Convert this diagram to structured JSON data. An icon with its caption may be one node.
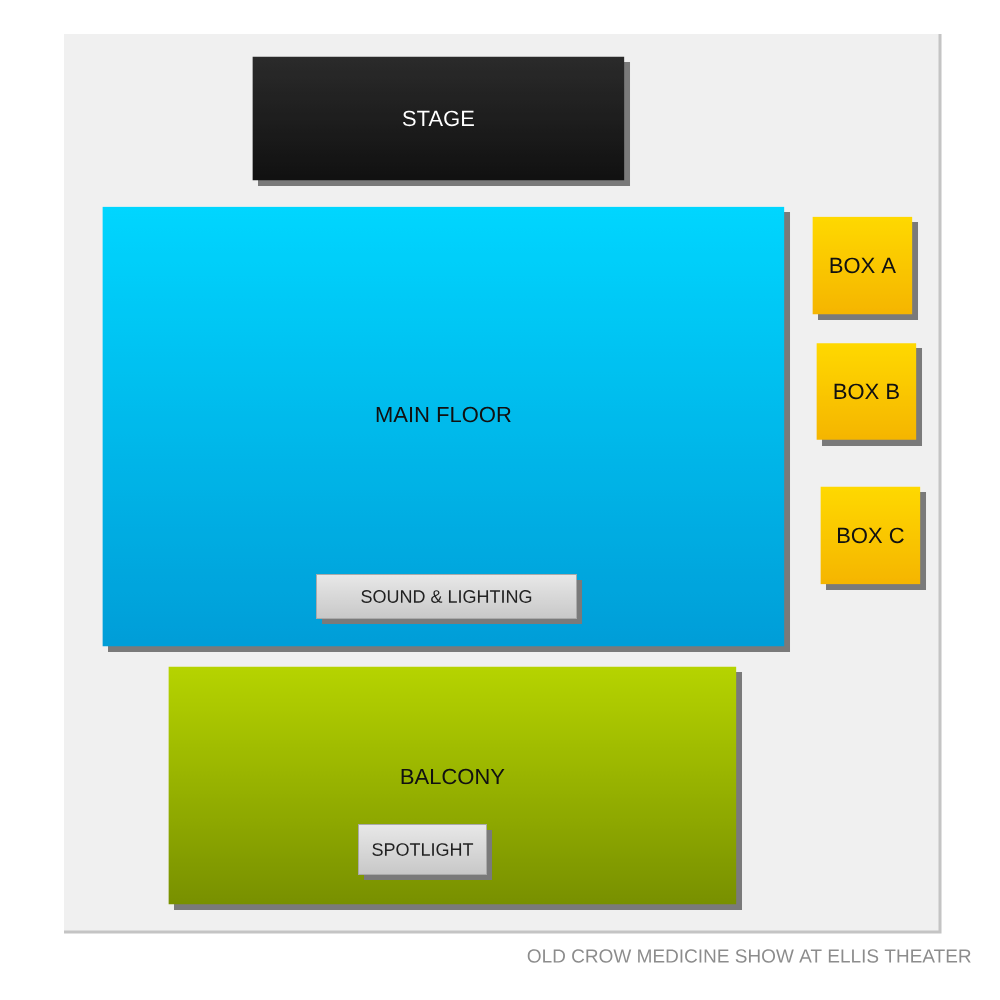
{
  "diagram": {
    "caption": "OLD CROW MEDICINE SHOW AT ELLIS THEATER",
    "nodes": [
      {
        "text": [
          "STAGE"
        ]
      },
      {
        "text": [
          "MAIN FLOOR"
        ]
      },
      {
        "text": [
          "SOUND & LIGHTING"
        ],
        "in": 1
      },
      {
        "text": [
          "BOX A"
        ]
      },
      {
        "text": [
          "BOX B"
        ]
      },
      {
        "text": [
          "BOX C"
        ]
      },
      {
        "text": [
          "BALCONY"
        ]
      },
      {
        "text": [
          "SPOTLIGHT"
        ],
        "in": 6
      }
    ]
  }
}
